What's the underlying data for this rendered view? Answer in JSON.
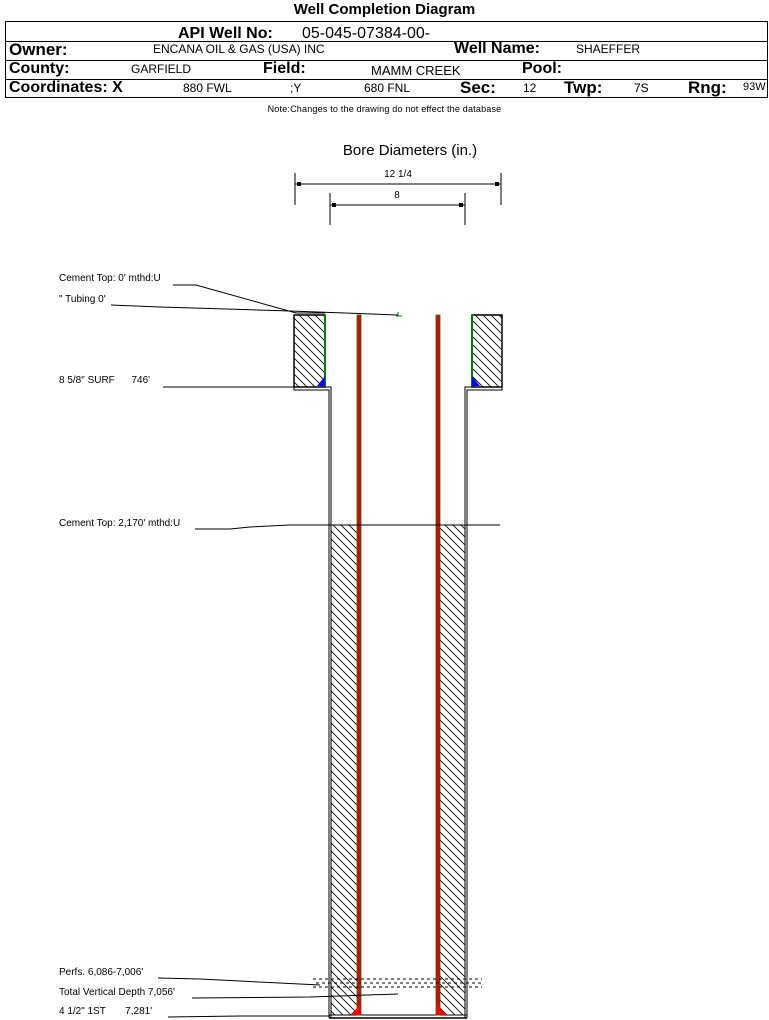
{
  "header": {
    "title": "Well Completion Diagram",
    "api_label": "API Well No:",
    "api_value": "05-045-07384-00-",
    "owner_label": "Owner:",
    "owner_value": "ENCANA OIL & GAS (USA) INC",
    "well_name_label": "Well Name:",
    "well_name_value": "SHAEFFER",
    "county_label": "County:",
    "county_value": "GARFIELD",
    "field_label": "Field:",
    "field_value": "MAMM CREEK",
    "pool_label": "Pool:",
    "pool_value": "",
    "coord_x_label": "Coordinates: X",
    "coord_x_value": "880 FWL",
    "coord_y_label": ";Y",
    "coord_y_value": "680 FNL",
    "sec_label": "Sec:",
    "sec_value": "12",
    "twp_label": "Twp:",
    "twp_value": "7S",
    "rng_label": "Rng:",
    "rng_value": "93W"
  },
  "note": "Note:Changes to the drawing do not effect the database",
  "diagram": {
    "bore_title": "Bore Diameters (in.)",
    "bore_diameters": [
      {
        "label": "12 1/4",
        "inches": 12.25
      },
      {
        "label": "8",
        "inches": 8
      }
    ],
    "annotations": {
      "cement_top_surface": "Cement Top: 0' mthd:U",
      "tubing": "\" Tubing 0'",
      "surface_casing": "8 5/8\" SURF      746'",
      "cement_top_production": "Cement Top: 2,170' mthd:U",
      "perfs": "Perfs. 6,086-7,006'",
      "total_vertical_depth": "Total Vertical Depth 7,056'",
      "production_casing": "4 1/2\" 1ST       7,281'"
    },
    "colors": {
      "tubing": "#e00000",
      "tubing_outline": "#008000",
      "casing_shoe_surface": "#0000ff",
      "casing_shoe_production": "#ff0000",
      "casing_outline": "#008000"
    }
  }
}
